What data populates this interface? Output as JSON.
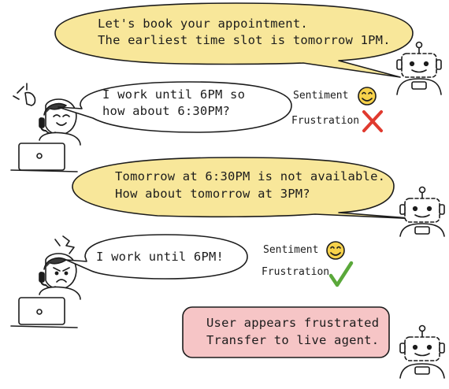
{
  "colors": {
    "bot_bubble": "#f8e79a",
    "user_bubble": "#ffffff",
    "alert_box": "#f6c5c6",
    "outline": "#1c1c1c",
    "cross": "#e03a2f",
    "check": "#5aa83a",
    "smiley": "#f7d24b"
  },
  "conversation": {
    "bot_msg_1": {
      "line1": "Let's book your appointment.",
      "line2": "The earliest time slot is tomorrow 1PM."
    },
    "user_msg_1": {
      "line1": "I work until 6PM so",
      "line2": "how about 6:30PM?"
    },
    "indicators_1": {
      "sentiment_label": "Sentiment",
      "sentiment_icon": "smiley-icon",
      "frustration_label": "Frustration",
      "frustration_icon": "cross-icon"
    },
    "bot_msg_2": {
      "line1": "Tomorrow at 6:30PM is not available.",
      "line2": "How about tomorrow at 3PM?"
    },
    "user_msg_2": {
      "line1": "I work until 6PM!"
    },
    "indicators_2": {
      "sentiment_label": "Sentiment",
      "sentiment_icon": "smiley-icon",
      "frustration_label": "Frustration",
      "frustration_icon": "checkmark-icon"
    },
    "alert": {
      "line1": "User appears frustrated",
      "line2": "Transfer to live agent."
    }
  }
}
